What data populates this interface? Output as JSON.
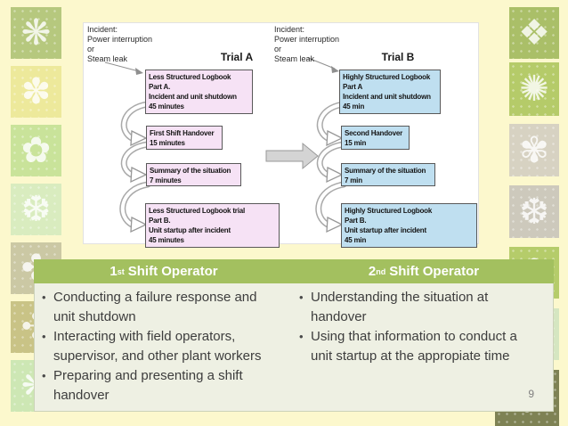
{
  "page_number": "9",
  "colors": {
    "background": "#fcf8cd",
    "panel": "#ffffff",
    "trial_a_box": "#f6e2f5",
    "trial_b_box": "#bfdff0",
    "box_border": "#595959",
    "table_header": "#a3c05f",
    "table_body": "#eef0e3"
  },
  "flowchart": {
    "trial_a": {
      "title": "Trial A",
      "incident_lines": [
        "Incident:",
        "Power interruption",
        "or",
        "Steam leak"
      ],
      "steps": [
        {
          "lines": [
            "Less Structured Logbook",
            "Part A.",
            "Incident and unit shutdown",
            "45 minutes"
          ]
        },
        {
          "lines": [
            "First Shift Handover",
            "15 minutes"
          ]
        },
        {
          "lines": [
            "Summary of the situation",
            "7 minutes"
          ]
        },
        {
          "lines": [
            "Less Structured Logbook trial",
            "Part B.",
            "Unit startup after incident",
            "45 minutes"
          ]
        }
      ]
    },
    "trial_b": {
      "title": "Trial B",
      "incident_lines": [
        "Incident:",
        "Power interruption",
        "or",
        "Steam leak"
      ],
      "steps": [
        {
          "lines": [
            "Highly Structured Logbook",
            "Part A",
            "Incident and unit shutdown",
            "45 min"
          ]
        },
        {
          "lines": [
            "Second Handover",
            "15 min"
          ]
        },
        {
          "lines": [
            "Summary of the situation",
            "7 min"
          ]
        },
        {
          "lines": [
            "Highly Structured Logbook",
            "Part B.",
            "Unit startup after incident",
            "45 min"
          ]
        }
      ]
    }
  },
  "table": {
    "columns": [
      {
        "header": {
          "num": "1",
          "ord": "st",
          "label": "Shift Operator"
        },
        "bullets": [
          "Conducting a failure response and\nunit shutdown",
          "Interacting with field operators,\nsupervisor, and other plant workers",
          "Preparing and presenting a shift\nhandover"
        ]
      },
      {
        "header": {
          "num": "2",
          "ord": "nd",
          "label": "Shift Operator"
        },
        "bullets": [
          "Understanding the situation at\nhandover",
          "Using that information to conduct a\nunit startup at the appropiate time"
        ]
      }
    ]
  },
  "decor": {
    "left_tiles": [
      {
        "color": "#b6c87e",
        "glyph": "❋"
      },
      {
        "color": "#ede99b",
        "glyph": "✽"
      },
      {
        "color": "#c9e39a",
        "glyph": "✿"
      },
      {
        "color": "#d9ecbf",
        "glyph": "❆"
      },
      {
        "color": "#cbc8a4",
        "glyph": "✤"
      },
      {
        "color": "#c9c386",
        "glyph": "✣"
      },
      {
        "color": "#cde7b4",
        "glyph": "❋"
      }
    ],
    "right_tiles": [
      {
        "color": "#aabf68",
        "glyph": "❖"
      },
      {
        "color": "#b5cb69",
        "glyph": "✺"
      },
      {
        "color": "#d7d2c2",
        "glyph": "✾"
      },
      {
        "color": "#cdc9bc",
        "glyph": "❆"
      },
      {
        "color": "#b5cc6a",
        "glyph": "✤"
      },
      {
        "color": "#d5e6c1",
        "glyph": "❋"
      },
      {
        "color": "#7e8254",
        "glyph": "✣"
      }
    ]
  }
}
